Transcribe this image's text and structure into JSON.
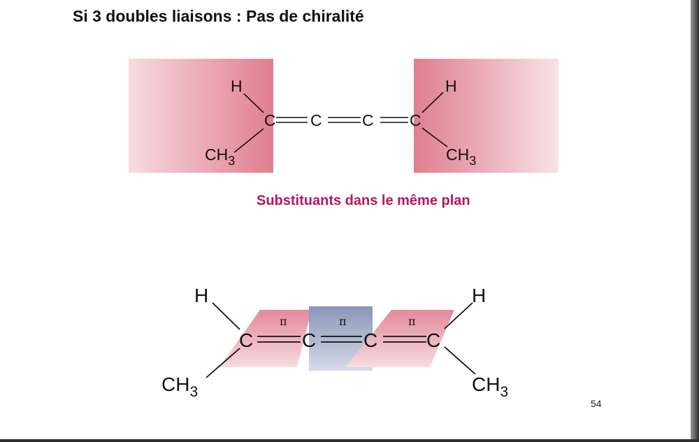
{
  "slide": {
    "title": "Si 3 doubles liaisons : Pas de chiralité",
    "caption": "Substituants dans le même plan",
    "page_number": "54"
  },
  "top_molecule": {
    "left_h": "H",
    "left_ch": "CH",
    "left_sub": "3",
    "carbons": [
      "C",
      "C",
      "C",
      "C"
    ],
    "right_h": "H",
    "right_ch": "CH",
    "right_sub": "3"
  },
  "bottom_molecule": {
    "left_h": "H",
    "left_ch": "CH",
    "left_sub": "3",
    "carbons": [
      "C",
      "C",
      "C",
      "C"
    ],
    "right_h": "H",
    "right_ch": "CH",
    "right_sub": "3",
    "pi_labels": [
      "π",
      "π",
      "π"
    ]
  },
  "colors": {
    "plane_pink": "#e07e90",
    "plane_blue": "#8a96b8",
    "caption": "#b5175e"
  }
}
